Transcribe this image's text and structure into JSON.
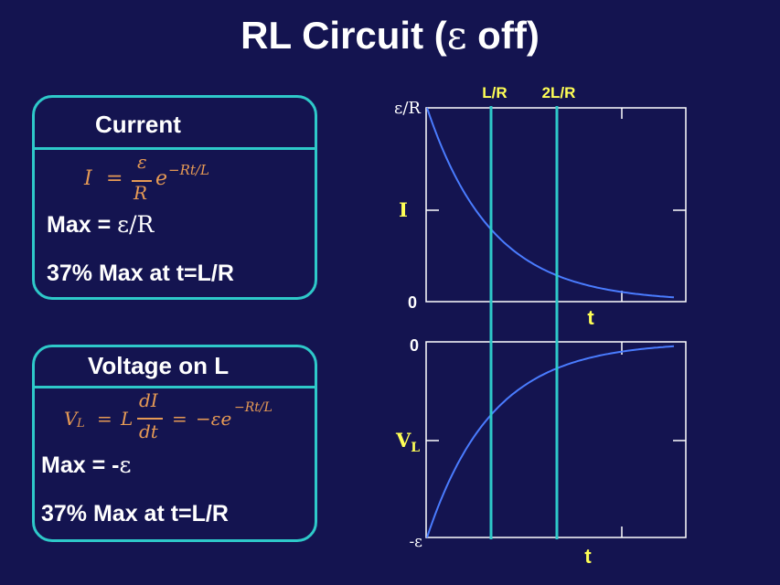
{
  "title": {
    "prefix": "RL Circuit (",
    "epsilon": "ε",
    "suffix": " off)"
  },
  "current_box": {
    "heading": "Current",
    "formula": {
      "lhs": "I",
      "eq": "=",
      "num": "ε",
      "den": "R",
      "base": "e",
      "exp": "−Rt/L"
    },
    "max_label": "Max = ",
    "max_value": "ε/R",
    "note": "37% Max at t=L/R"
  },
  "voltage_box": {
    "heading": "Voltage on L",
    "formula": {
      "lhs": "V",
      "lhs_sub": "L",
      "eq1": "=",
      "L": "L",
      "num": "dI",
      "den": "dt",
      "eq2": "=",
      "rhs": "−εe",
      "exp": "−Rt/L"
    },
    "max_label": "Max = -",
    "max_value": "ε",
    "note": "37% Max at t=L/R"
  },
  "plots": {
    "markers": [
      "L/R",
      "2L/R"
    ],
    "top": {
      "y_top_label": "ε/R",
      "y_mid_label": "I",
      "y_bottom_label": "0",
      "x_label": "t"
    },
    "bottom": {
      "y_top_label": "0",
      "y_mid_label": "V",
      "y_mid_sub": "L",
      "y_bottom_label": "-ε",
      "x_label": "t"
    }
  },
  "colors": {
    "background": "#141450",
    "accent": "#2ec9c9",
    "curve": "#4a7cff",
    "formula": "#e69a55"
  }
}
